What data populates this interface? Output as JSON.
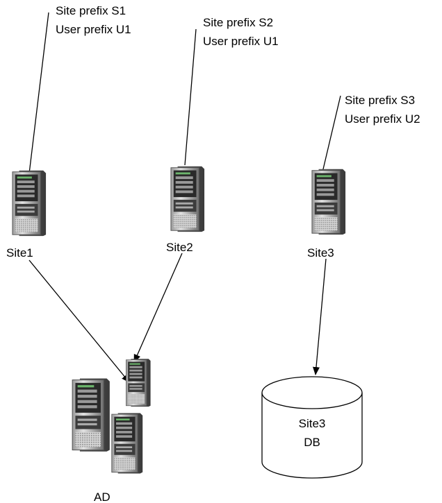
{
  "annotations": {
    "site1": {
      "line1": "Site prefix S1",
      "line2": "User prefix U1"
    },
    "site2": {
      "line1": "Site prefix S2",
      "line2": "User prefix U1"
    },
    "site3": {
      "line1": "Site prefix S3",
      "line2": "User prefix U2"
    }
  },
  "nodes": {
    "site1": {
      "label": "Site1",
      "icon": "server-tower-icon"
    },
    "site2": {
      "label": "Site2",
      "icon": "server-tower-icon"
    },
    "site3": {
      "label": "Site3",
      "icon": "server-tower-icon"
    },
    "ad": {
      "label": "AD",
      "icon": "server-cluster-icon"
    },
    "db": {
      "line1": "Site3",
      "line2": "DB",
      "icon": "database-cylinder-icon"
    }
  },
  "connections": [
    {
      "from": "Site1",
      "to": "AD",
      "directed": true
    },
    {
      "from": "Site2",
      "to": "AD",
      "directed": true
    },
    {
      "from": "Site3",
      "to": "Site3 DB",
      "directed": true
    }
  ]
}
